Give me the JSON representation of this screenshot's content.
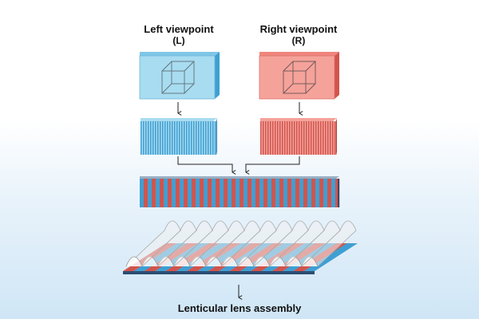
{
  "left": {
    "title": "Left viewpoint",
    "code": "(L)",
    "color": "#a8dcf0",
    "stripe_color": "#3f9fd3"
  },
  "right": {
    "title": "Right viewpoint",
    "code": "(R)",
    "color": "#f5a29a",
    "stripe_color": "#d2544c"
  },
  "caption": "Lenticular lens assembly",
  "icons": {
    "cube": "wireframe-cube-icon",
    "arrow": "down-arrow-icon"
  }
}
